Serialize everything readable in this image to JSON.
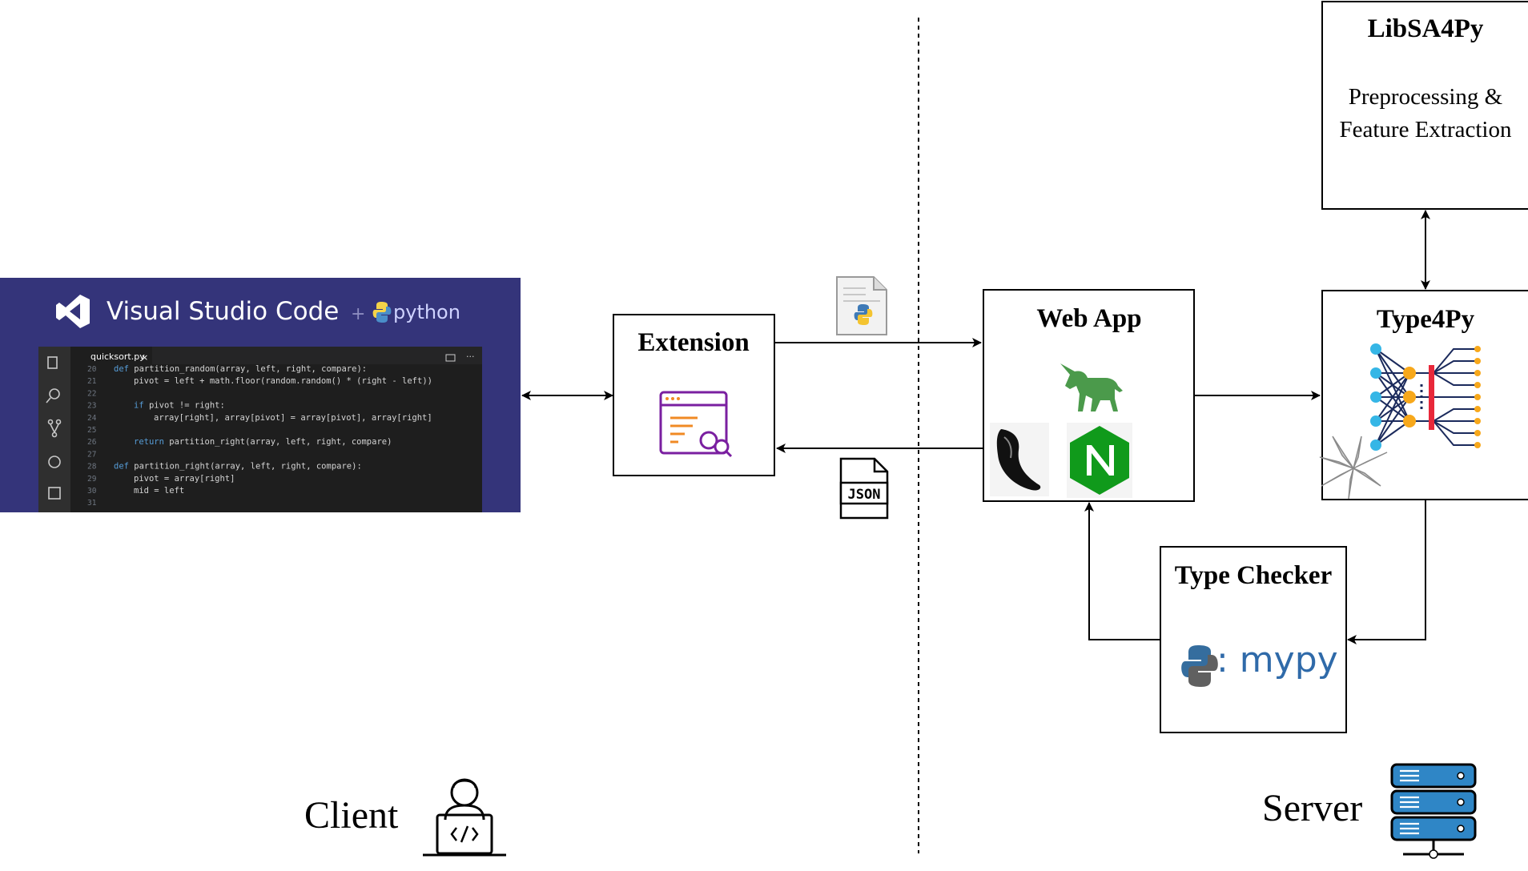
{
  "client_label": "Client",
  "server_label": "Server",
  "vscode": {
    "title": "Visual Studio Code",
    "python_word": "python",
    "tab": "quicksort.py",
    "code_lines": [
      {
        "n": "20",
        "t": "def partition_random(array, left, right, compare):",
        "indent": 0
      },
      {
        "n": "21",
        "t": "pivot = left + math.floor(random.random() * (right - left))",
        "indent": 1
      },
      {
        "n": "22",
        "t": "",
        "indent": 0
      },
      {
        "n": "23",
        "t": "if pivot != right:",
        "indent": 1
      },
      {
        "n": "24",
        "t": "array[right], array[pivot] = array[pivot], array[right]",
        "indent": 2
      },
      {
        "n": "25",
        "t": "",
        "indent": 0
      },
      {
        "n": "26",
        "t": "return partition_right(array, left, right, compare)",
        "indent": 1
      },
      {
        "n": "27",
        "t": "",
        "indent": 0
      },
      {
        "n": "28",
        "t": "def partition_right(array, left, right, compare):",
        "indent": 0
      },
      {
        "n": "29",
        "t": "pivot = array[right]",
        "indent": 1
      },
      {
        "n": "30",
        "t": "mid = left",
        "indent": 1
      },
      {
        "n": "31",
        "t": "",
        "indent": 0
      }
    ]
  },
  "boxes": {
    "extension": "Extension",
    "webapp": "Web App",
    "type4py": "Type4Py",
    "libsa4py_title": "LibSA4Py",
    "libsa4py_line1": "Preprocessing &",
    "libsa4py_line2": "Feature Extraction",
    "typechecker": "Type Checker",
    "mypy": ": mypy"
  },
  "json_icon_text": "JSON",
  "colors": {
    "vscode_bg": "#34347a",
    "editor_bg": "#1e1e1e",
    "arrow": "#000000",
    "nginx_green": "#109a1b",
    "unicorn_green": "#4b9a4b",
    "mypy_blue": "#2f6aa9",
    "server_blue": "#2f86c6"
  }
}
